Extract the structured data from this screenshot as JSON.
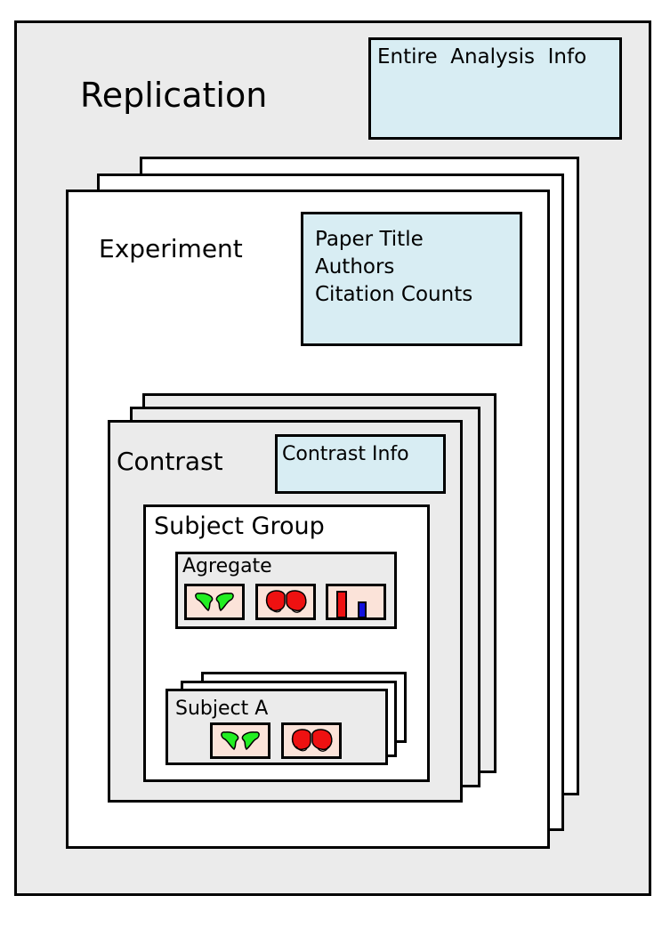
{
  "replication": {
    "label": "Replication"
  },
  "analysis_info": {
    "label": "Entire  Analysis  Info"
  },
  "experiment": {
    "label": "Experiment"
  },
  "paper_info": {
    "lines": [
      "Paper Title",
      "Authors",
      "Citation Counts"
    ]
  },
  "contrast": {
    "label": "Contrast"
  },
  "contrast_info": {
    "label": "Contrast Info"
  },
  "subject_group": {
    "label": "Subject Group"
  },
  "aggregate": {
    "label": "Agregate"
  },
  "subject": {
    "label": "Subject A"
  },
  "colors": {
    "outer_fill": "#ebebeb",
    "info_fill": "#d8edf3",
    "thumbnail_fill": "#fbe3d9",
    "brain_green": "#22ee22",
    "brain_red": "#ee1111",
    "bar_red": "#ee1111",
    "bar_blue": "#1111dd"
  },
  "icons": [
    "green-brain-icon",
    "red-brain-icon",
    "bar-chart-icon"
  ]
}
